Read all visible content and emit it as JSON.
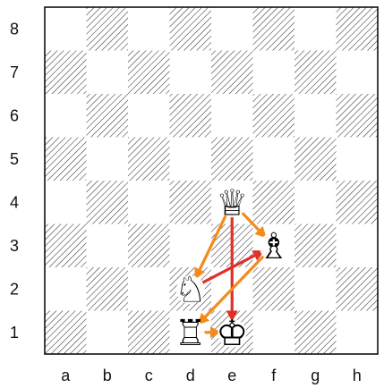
{
  "board": {
    "ranks": [
      "8",
      "7",
      "6",
      "5",
      "4",
      "3",
      "2",
      "1"
    ],
    "files": [
      "a",
      "b",
      "c",
      "d",
      "e",
      "f",
      "g",
      "h"
    ],
    "light_color": "#ffffff",
    "dark_style": "diagonal-hatching",
    "border_color": "#000000"
  },
  "pieces": [
    {
      "square": "e4",
      "type": "queen",
      "color": "white",
      "glyph": "♕",
      "icon": "white-queen-icon"
    },
    {
      "square": "f3",
      "type": "bishop",
      "color": "white",
      "glyph": "♗",
      "icon": "white-bishop-icon"
    },
    {
      "square": "d2",
      "type": "knight",
      "color": "white",
      "glyph": "♘",
      "icon": "white-knight-icon"
    },
    {
      "square": "d1",
      "type": "rook",
      "color": "white",
      "glyph": "♖",
      "icon": "white-rook-icon"
    },
    {
      "square": "e1",
      "type": "king",
      "color": "white",
      "glyph": "♔",
      "icon": "white-king-icon"
    }
  ],
  "arrows": [
    {
      "from": "e4",
      "to": "d2",
      "color": "#f28c1c",
      "style": "orange"
    },
    {
      "from": "e4",
      "to": "f3",
      "color": "#f28c1c",
      "style": "orange"
    },
    {
      "from": "d2",
      "to": "f3",
      "color": "#e0302a",
      "style": "red"
    },
    {
      "from": "e4",
      "to": "e1",
      "color": "#e0302a",
      "style": "red"
    },
    {
      "from": "f3",
      "to": "d1",
      "color": "#f28c1c",
      "style": "orange"
    },
    {
      "from": "d1",
      "to": "e1",
      "color": "#f28c1c",
      "style": "orange"
    }
  ]
}
